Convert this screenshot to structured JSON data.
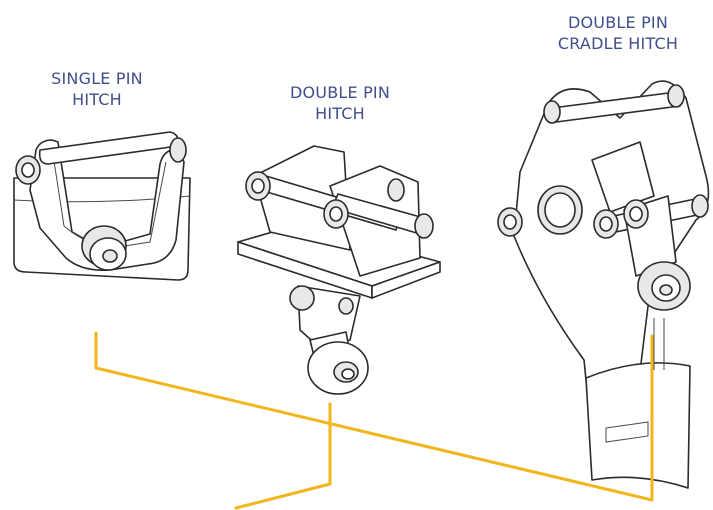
{
  "labels": {
    "single_pin": [
      "SINGLE PIN",
      "HITCH"
    ],
    "double_pin": [
      "DOUBLE PIN",
      "HITCH"
    ],
    "double_pin_cradle": [
      "DOUBLE PIN",
      "CRADLE HITCH"
    ]
  },
  "colors": {
    "label_text": "#3f4f8c",
    "leader_lines": "#f2b51c",
    "line_art": "#2b2b2b",
    "background": "#ffffff"
  }
}
